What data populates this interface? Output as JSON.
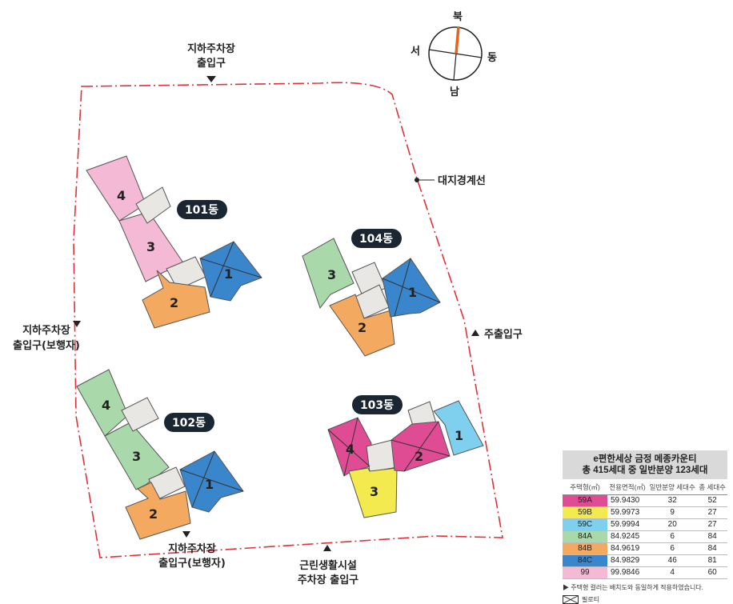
{
  "compass": {
    "north": "북",
    "south": "남",
    "east": "동",
    "west": "서"
  },
  "labels": {
    "top_entrance_line1": "지하주차장",
    "top_entrance_line2": "출입구",
    "left_entrance_line1": "지하주차장",
    "left_entrance_line2": "출입구(보행자)",
    "bottom_entrance_line1": "지하주차장",
    "bottom_entrance_line2": "출입구(보행자)",
    "commercial_line1": "근린생활시설",
    "commercial_line2": "주차장 출입구",
    "main_entrance": "주출입구",
    "boundary": "대지경계선"
  },
  "buildings": [
    {
      "id": "101",
      "label": "101동",
      "units": [
        "4",
        "3",
        "2",
        "1"
      ]
    },
    {
      "id": "102",
      "label": "102동",
      "units": [
        "4",
        "3",
        "2",
        "1"
      ]
    },
    {
      "id": "103",
      "label": "103동",
      "units": [
        "4",
        "3",
        "2",
        "1"
      ]
    },
    {
      "id": "104",
      "label": "104동",
      "units": [
        "3",
        "2",
        "1"
      ]
    }
  ],
  "colors": {
    "59A": "#e04c93",
    "59B": "#f2ea4f",
    "59C": "#7fd0ee",
    "84A": "#a9d8ab",
    "84B": "#f3a95f",
    "84C": "#3a86cc",
    "99": "#f4b9d5",
    "core": "#e8e7e4",
    "boundary": "#e0303a",
    "badge": "#1b2633",
    "compass_needle": "#e5631e"
  },
  "legend": {
    "title_line1": "e편한세상 금정 메종카운티",
    "title_line2": "총 415세대 중 일반분양 123세대",
    "headers": [
      "주택형(㎡)",
      "전용면적(㎡)",
      "일반분양 세대수",
      "총 세대수"
    ],
    "rows": [
      {
        "type": "59A",
        "area": "59.9430",
        "general": "32",
        "total": "52",
        "color": "#e04c93"
      },
      {
        "type": "59B",
        "area": "59.9973",
        "general": "9",
        "total": "27",
        "color": "#f2ea4f"
      },
      {
        "type": "59C",
        "area": "59.9994",
        "general": "20",
        "total": "27",
        "color": "#7fd0ee"
      },
      {
        "type": "84A",
        "area": "84.9245",
        "general": "6",
        "total": "84",
        "color": "#a9d8ab"
      },
      {
        "type": "84B",
        "area": "84.9619",
        "general": "6",
        "total": "84",
        "color": "#f3a95f"
      },
      {
        "type": "84C",
        "area": "84.9829",
        "general": "46",
        "total": "81",
        "color": "#3a86cc"
      },
      {
        "type": "99",
        "area": "99.9846",
        "general": "4",
        "total": "60",
        "color": "#f4b9d5"
      }
    ],
    "note": "▶ 주택형 컬러는 배치도와 동일하게 적용하였습니다.",
    "piloti": "필로티"
  }
}
